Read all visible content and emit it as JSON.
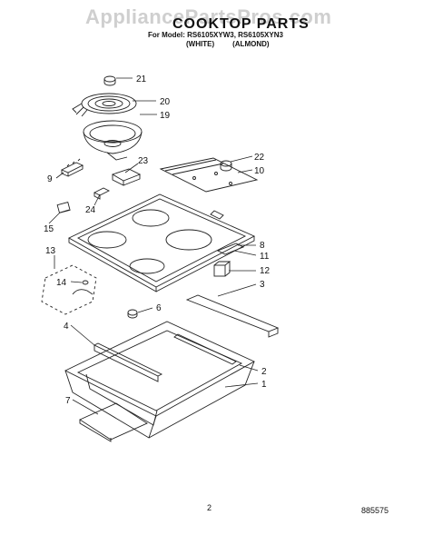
{
  "watermark": "AppliancePartsPros.com",
  "title": "COOKTOP PARTS",
  "models": "For Model: RS6105XYW3, RS6105XYN3",
  "colors": [
    "(WHITE)",
    "(ALMOND)"
  ],
  "callouts": [
    "21",
    "20",
    "19",
    "9",
    "23",
    "22",
    "10",
    "24",
    "15",
    "8",
    "11",
    "13",
    "12",
    "14",
    "3",
    "6",
    "4",
    "2",
    "1",
    "7"
  ],
  "page_number": "2",
  "document_number": "885575"
}
